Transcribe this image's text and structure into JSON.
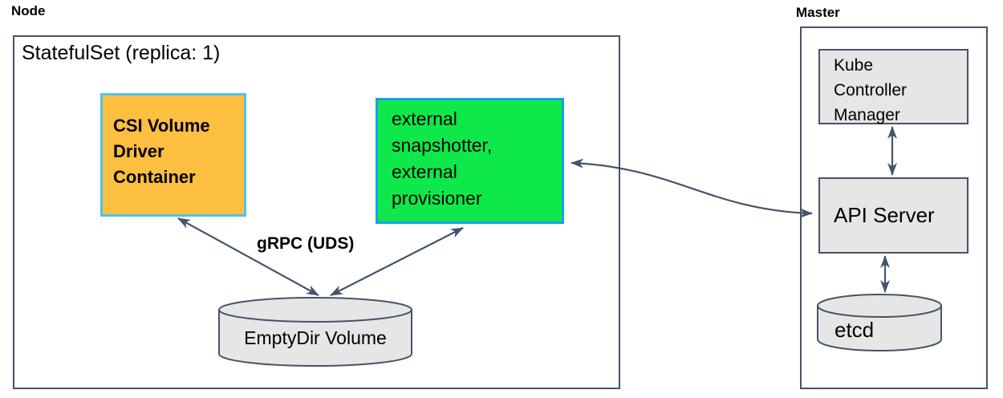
{
  "node": {
    "title": "Node",
    "statefulset_title": "StatefulSet (replica: 1)",
    "csi_box": {
      "lines": [
        "CSI Volume",
        "Driver",
        "Container"
      ]
    },
    "sidecar_box": {
      "lines": [
        "external",
        "snapshotter,",
        "external",
        "provisioner"
      ]
    },
    "grpc_label": "gRPC (UDS)",
    "emptydir_label": "EmptyDir Volume"
  },
  "master": {
    "title": "Master",
    "kcm_box": {
      "lines": [
        "Kube",
        "Controller",
        "Manager"
      ]
    },
    "api_server_label": "API Server",
    "etcd_label": "etcd"
  },
  "colors": {
    "arrow": "#44546A",
    "outline": "#44546A",
    "csi_fill": "#FDBF3F",
    "csi_border": "#4EC3F0",
    "sidecar_fill": "#0FE84A",
    "sidecar_border": "#18A0E8",
    "gray_fill": "#E7E6E6",
    "text": "#000000"
  }
}
